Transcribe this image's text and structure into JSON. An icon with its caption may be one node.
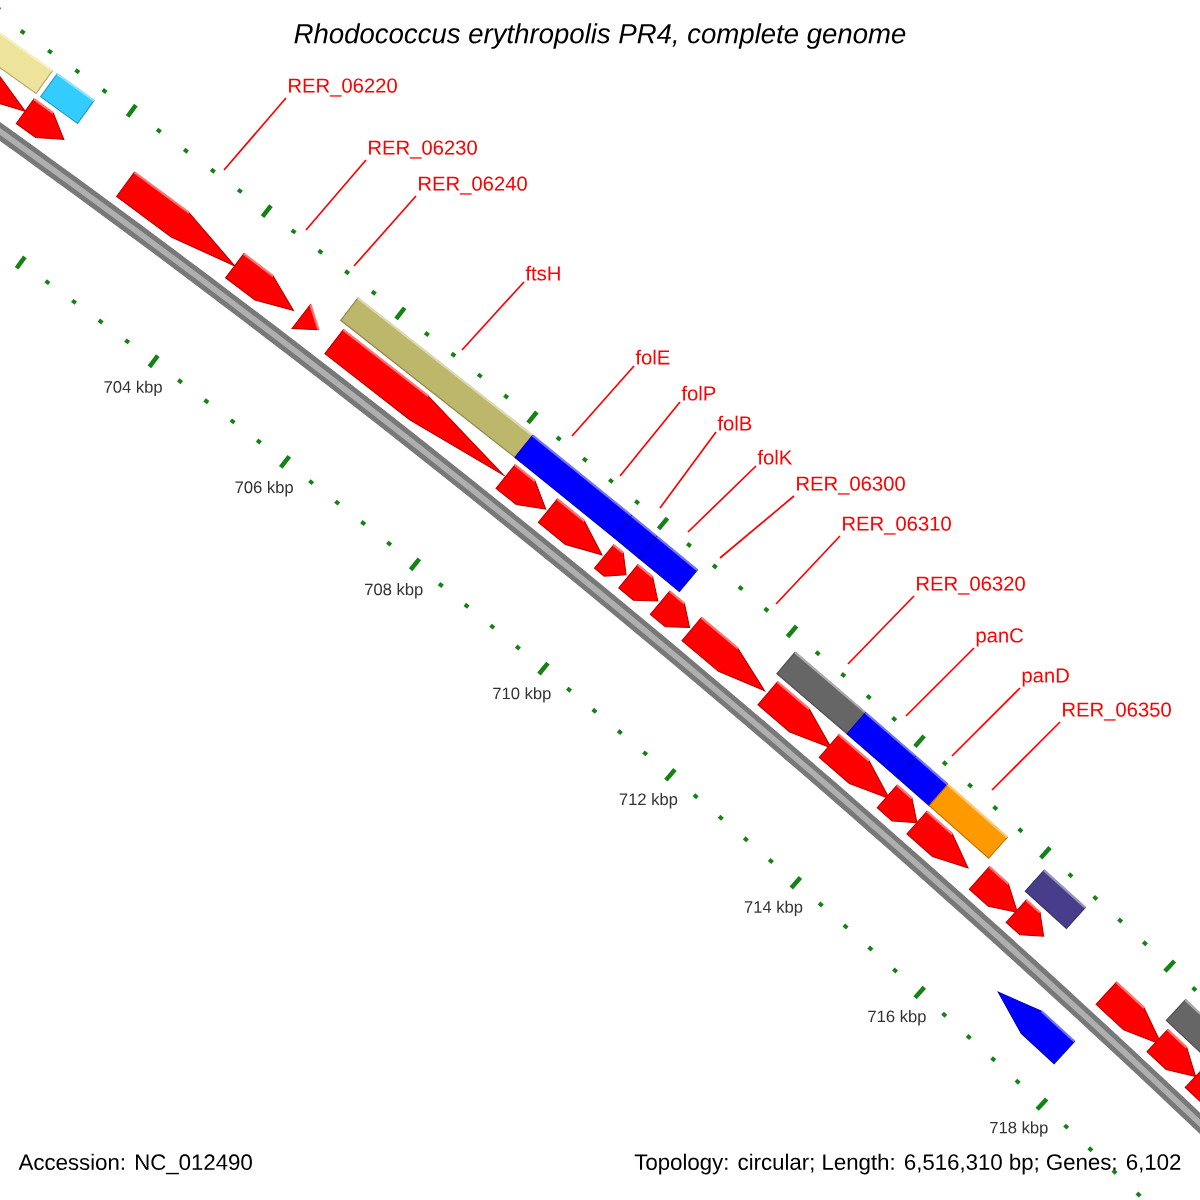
{
  "diagram": {
    "title": "Rhodococcus erythropolis PR4, complete genome",
    "nodes": [
      {
        "text": [
          "RER_06220"
        ]
      },
      {
        "text": [
          "RER_06230"
        ]
      },
      {
        "text": [
          "RER_06240"
        ]
      },
      {
        "text": [
          "ftsH"
        ]
      },
      {
        "text": [
          "folE"
        ]
      },
      {
        "text": [
          "folP"
        ]
      },
      {
        "text": [
          "folB"
        ]
      },
      {
        "text": [
          "folK"
        ]
      },
      {
        "text": [
          "RER_06300"
        ]
      },
      {
        "text": [
          "RER_06310"
        ]
      },
      {
        "text": [
          "RER_06320"
        ]
      },
      {
        "text": [
          "panC"
        ]
      },
      {
        "text": [
          "panD"
        ]
      },
      {
        "text": [
          "RER_06350"
        ]
      }
    ],
    "edges": [
      {
        "from": 0,
        "to": null,
        "arrow": "none"
      },
      {
        "from": 1,
        "to": null,
        "arrow": "none"
      },
      {
        "from": 2,
        "to": null,
        "arrow": "none"
      },
      {
        "from": 3,
        "to": null,
        "arrow": "none"
      },
      {
        "from": 4,
        "to": null,
        "arrow": "none"
      },
      {
        "from": 5,
        "to": null,
        "arrow": "none"
      },
      {
        "from": 6,
        "to": null,
        "arrow": "none"
      },
      {
        "from": 7,
        "to": null,
        "arrow": "none"
      },
      {
        "from": 8,
        "to": null,
        "arrow": "none"
      },
      {
        "from": 9,
        "to": null,
        "arrow": "none"
      },
      {
        "from": 10,
        "to": null,
        "arrow": "none"
      },
      {
        "from": 11,
        "to": null,
        "arrow": "none"
      },
      {
        "from": 12,
        "to": null,
        "arrow": "none"
      },
      {
        "from": 13,
        "to": null,
        "arrow": "none"
      }
    ],
    "labels": [
      "704 kbp",
      "706 kbp",
      "708 kbp",
      "710 kbp",
      "712 kbp",
      "714 kbp",
      "716 kbp",
      "718 kbp",
      "Accession: NC_012490",
      "Topology: circular; Length: 6,516,310 bp; Genes: 6,102"
    ]
  }
}
